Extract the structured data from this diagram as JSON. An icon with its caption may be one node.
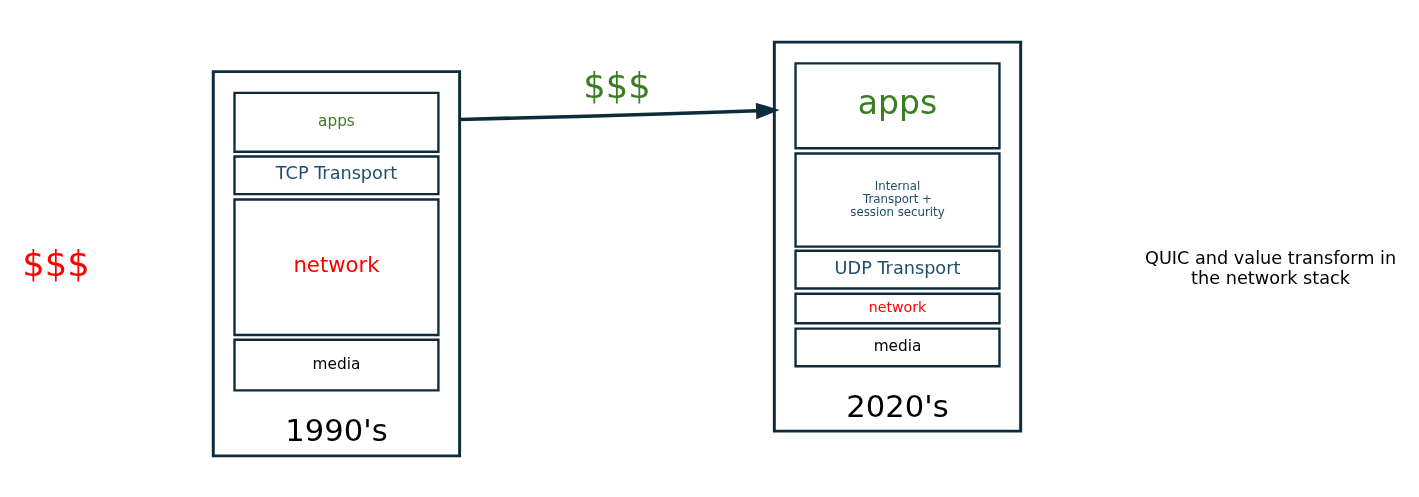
{
  "diagram": {
    "nodes": [
      {
        "text": [
          "1990's"
        ]
      },
      {
        "text": [
          "apps"
        ],
        "in": 0
      },
      {
        "text": [
          "TCP Transport"
        ],
        "in": 0
      },
      {
        "text": [
          "network"
        ],
        "in": 0
      },
      {
        "text": [
          "media"
        ],
        "in": 0
      },
      {
        "text": [
          "2020's"
        ]
      },
      {
        "text": [
          "apps"
        ],
        "in": 5
      },
      {
        "text": [
          "Internal Transport + session security"
        ],
        "in": 5
      },
      {
        "text": [
          "UDP Transport"
        ],
        "in": 5
      },
      {
        "text": [
          "network"
        ],
        "in": 5
      },
      {
        "text": [
          "media"
        ],
        "in": 5
      }
    ],
    "edges": [
      {
        "from": 0,
        "to": 5,
        "arrow": "to"
      }
    ],
    "labels": [
      "$$$",
      "$$$",
      "QUIC and value transform in the network stack"
    ]
  }
}
